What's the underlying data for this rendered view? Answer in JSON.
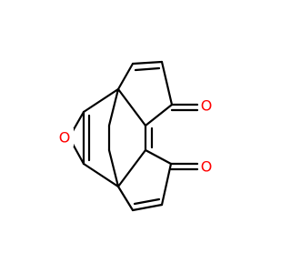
{
  "diagram": {
    "type": "skeletal-structure",
    "atoms": {
      "epoxide_oxygen": {
        "label": "O",
        "color": "#ff0000"
      },
      "ketone_oxygen_top": {
        "label": "O",
        "color": "#ff0000"
      },
      "ketone_oxygen_bottom": {
        "label": "O",
        "color": "#ff0000"
      }
    },
    "bond_color": "#000000",
    "background": "#ffffff"
  }
}
